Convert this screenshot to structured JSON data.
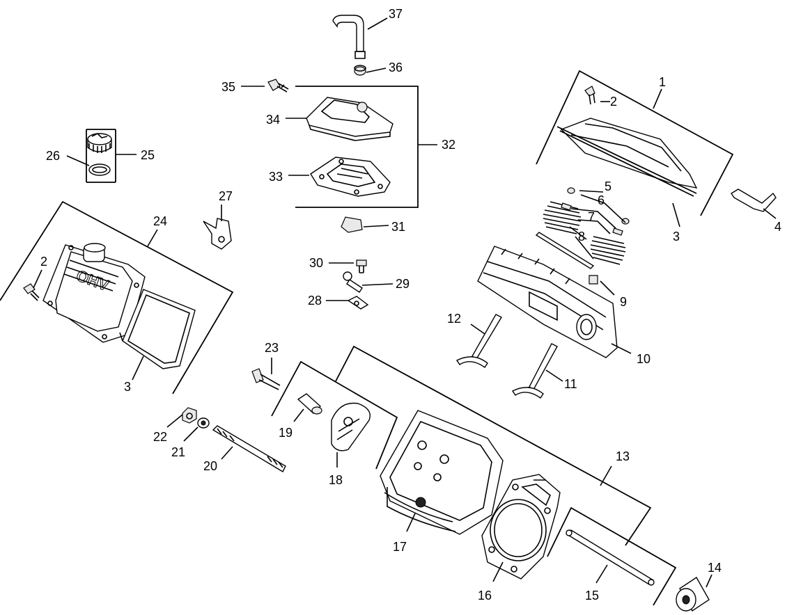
{
  "diagram": {
    "callouts": [
      "1",
      "2",
      "3",
      "4",
      "5",
      "6",
      "7",
      "8",
      "9",
      "10",
      "11",
      "12",
      "13",
      "14",
      "15",
      "16",
      "17",
      "18",
      "19",
      "20",
      "21",
      "22",
      "23",
      "24",
      "25",
      "26",
      "27",
      "28",
      "29",
      "30",
      "31",
      "32",
      "33",
      "34",
      "35",
      "36",
      "37"
    ],
    "left_group": {
      "bolt_label": "2",
      "gasket_label": "3",
      "group_label": "24"
    },
    "logo_text": "OHV"
  }
}
